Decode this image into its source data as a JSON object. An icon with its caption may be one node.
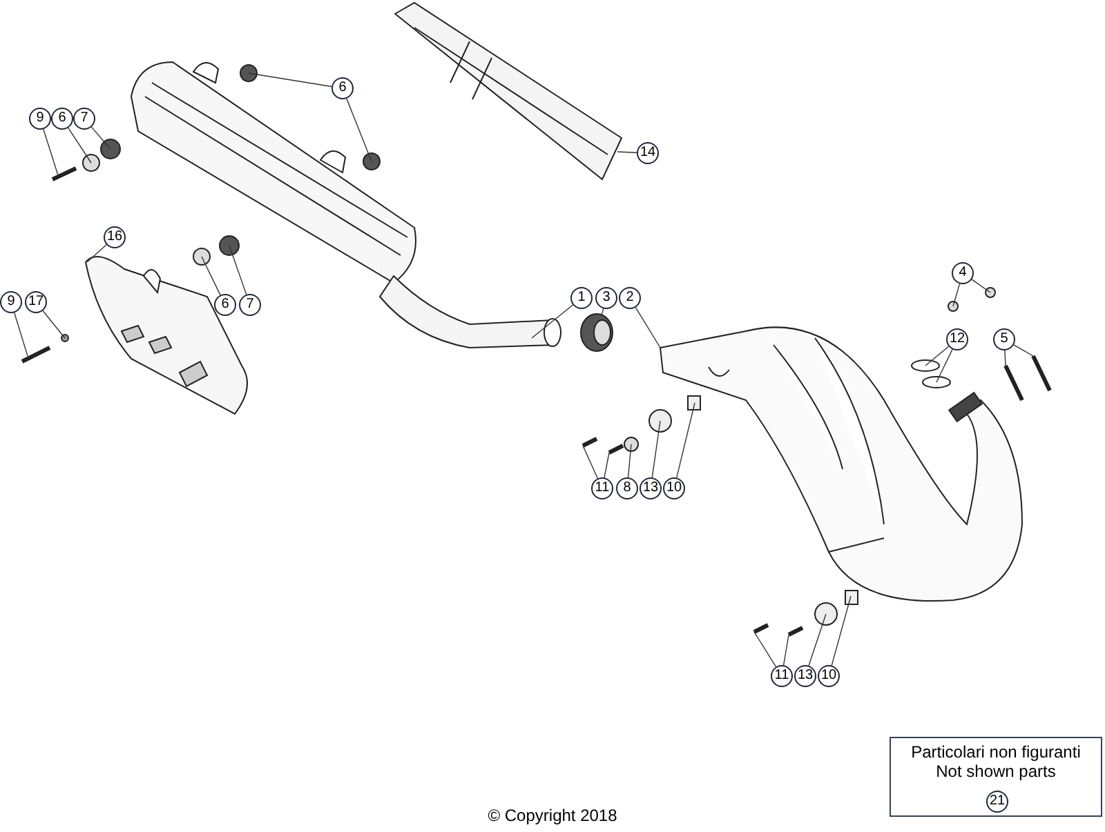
{
  "diagram": {
    "nodes": [
      {
        "text": [
          "9"
        ]
      },
      {
        "text": [
          "6"
        ]
      },
      {
        "text": [
          "7"
        ]
      },
      {
        "text": [
          "6"
        ]
      },
      {
        "text": [
          "14"
        ]
      },
      {
        "text": [
          "16"
        ]
      },
      {
        "text": [
          "6"
        ]
      },
      {
        "text": [
          "7"
        ]
      },
      {
        "text": [
          "9"
        ]
      },
      {
        "text": [
          "17"
        ]
      },
      {
        "text": [
          "1"
        ]
      },
      {
        "text": [
          "3"
        ]
      },
      {
        "text": [
          "2"
        ]
      },
      {
        "text": [
          "4"
        ]
      },
      {
        "text": [
          "12"
        ]
      },
      {
        "text": [
          "5"
        ]
      },
      {
        "text": [
          "11"
        ]
      },
      {
        "text": [
          "8"
        ]
      },
      {
        "text": [
          "13"
        ]
      },
      {
        "text": [
          "10"
        ]
      },
      {
        "text": [
          "11"
        ]
      },
      {
        "text": [
          "13"
        ]
      },
      {
        "text": [
          "10"
        ]
      },
      {
        "text": [
          "Particolari non figuranti",
          "Not shown parts"
        ]
      },
      {
        "text": [
          "21"
        ],
        "in": 23
      },
      {
        "text": [],
        "shape": "picture"
      }
    ],
    "edges": [
      {
        "from": 0,
        "to": null,
        "arrow": "none"
      },
      {
        "from": 1,
        "to": null,
        "arrow": "none"
      },
      {
        "from": 2,
        "to": null,
        "arrow": "none"
      },
      {
        "from": 3,
        "to": null,
        "arrow": "none"
      },
      {
        "from": 3,
        "to": null,
        "arrow": "none"
      },
      {
        "from": 4,
        "to": null,
        "arrow": "none"
      },
      {
        "from": 5,
        "to": null,
        "arrow": "none"
      },
      {
        "from": 6,
        "to": null,
        "arrow": "none"
      },
      {
        "from": 7,
        "to": null,
        "arrow": "none"
      },
      {
        "from": 8,
        "to": null,
        "arrow": "none"
      },
      {
        "from": 9,
        "to": null,
        "arrow": "none"
      },
      {
        "from": 10,
        "to": null,
        "arrow": "none"
      },
      {
        "from": 11,
        "to": 25,
        "arrow": "none"
      },
      {
        "from": 12,
        "to": null,
        "arrow": "none"
      },
      {
        "from": 13,
        "to": null,
        "arrow": "none"
      },
      {
        "from": 13,
        "to": null,
        "arrow": "none"
      },
      {
        "from": 14,
        "to": null,
        "arrow": "none"
      },
      {
        "from": 14,
        "to": null,
        "arrow": "none"
      },
      {
        "from": 15,
        "to": null,
        "arrow": "none"
      },
      {
        "from": 15,
        "to": null,
        "arrow": "none"
      },
      {
        "from": 16,
        "to": null,
        "arrow": "none"
      },
      {
        "from": 16,
        "to": null,
        "arrow": "none"
      },
      {
        "from": 17,
        "to": null,
        "arrow": "none"
      },
      {
        "from": 18,
        "to": null,
        "arrow": "none"
      },
      {
        "from": 19,
        "to": null,
        "arrow": "none"
      },
      {
        "from": 20,
        "to": null,
        "arrow": "none"
      },
      {
        "from": 20,
        "to": null,
        "arrow": "none"
      },
      {
        "from": 21,
        "to": null,
        "arrow": "none"
      },
      {
        "from": 22,
        "to": null,
        "arrow": "none"
      }
    ],
    "labels": [
      "© Copyright 2018"
    ]
  }
}
